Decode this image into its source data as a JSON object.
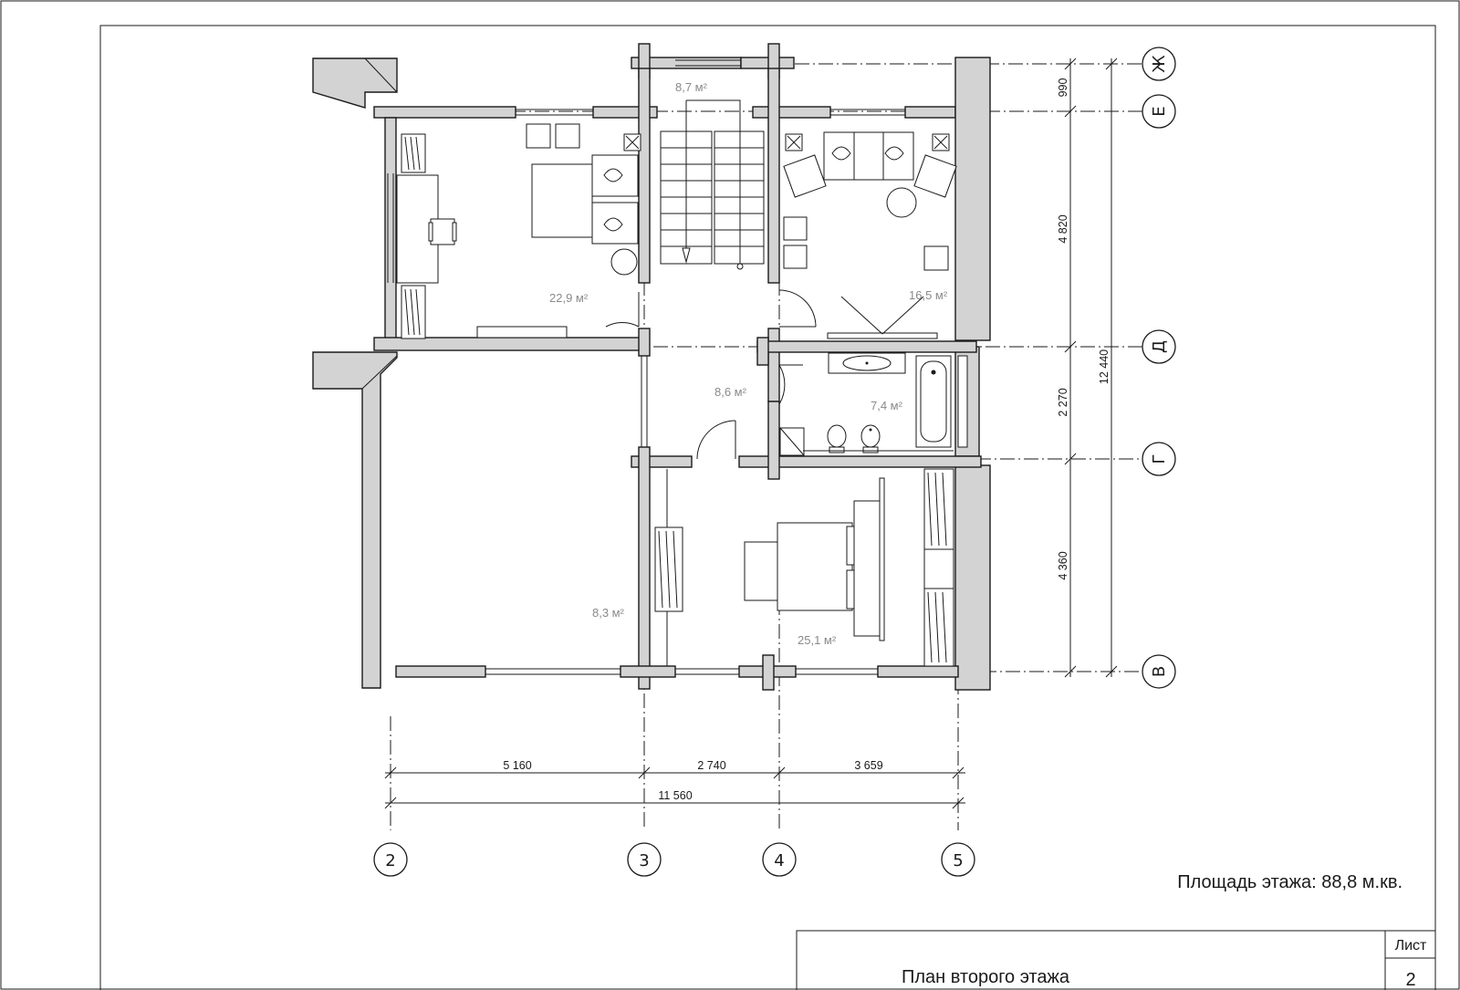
{
  "drawing": {
    "floor_area_label": "Площадь этажа: 88,8 м.кв.",
    "title_block": {
      "title": "План второго этажа",
      "sheet_label": "Лист",
      "sheet_number": "2"
    }
  },
  "rooms": {
    "bedroom_left": "22,9 м²",
    "stair_hall": "8,7 м²",
    "living_room": "16,5 м²",
    "corridor": "8,6 м²",
    "bathroom": "7,4 м²",
    "small_room": "8,3 м²",
    "bedroom_master": "25,1 м²"
  },
  "dimensions": {
    "bottom": {
      "seg1": "5 160",
      "seg2": "2 740",
      "seg3": "3 659",
      "total": "11 560"
    },
    "right": {
      "seg1": "990",
      "seg2": "4 820",
      "seg3": "2 270",
      "seg4": "4 360",
      "total": "12 440"
    }
  },
  "axes": {
    "columns": [
      "2",
      "3",
      "4",
      "5"
    ],
    "rows": [
      "Ж",
      "Е",
      "Д",
      "Г",
      "В"
    ]
  }
}
